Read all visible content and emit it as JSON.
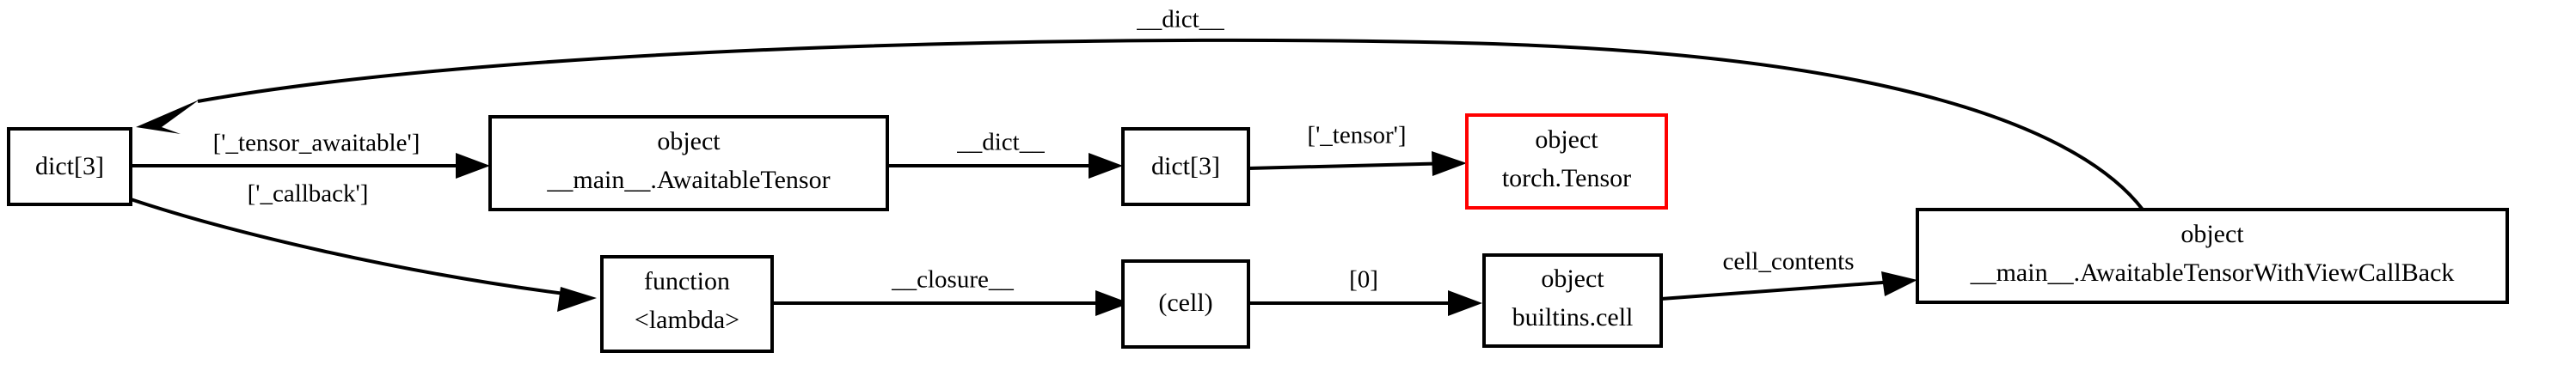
{
  "graph": {
    "type": "object-reference-graph",
    "background_color": "#ffffff",
    "default_node_color": "#000000",
    "highlight_node_color": "#ff0000",
    "nodes": [
      {
        "id": "n0",
        "line1": "dict[3]",
        "line2": "",
        "highlighted": false
      },
      {
        "id": "n1",
        "line1": "object",
        "line2": "__main__.AwaitableTensor",
        "highlighted": false
      },
      {
        "id": "n2",
        "line1": "dict[3]",
        "line2": "",
        "highlighted": false
      },
      {
        "id": "n3",
        "line1": "object",
        "line2": "torch.Tensor",
        "highlighted": true
      },
      {
        "id": "n4",
        "line1": "function",
        "line2": "<lambda>",
        "highlighted": false
      },
      {
        "id": "n5",
        "line1": "(cell)",
        "line2": "",
        "highlighted": false
      },
      {
        "id": "n6",
        "line1": "object",
        "line2": "builtins.cell",
        "highlighted": false
      },
      {
        "id": "n7",
        "line1": "object",
        "line2": "__main__.AwaitableTensorWithViewCallBack",
        "highlighted": false
      }
    ],
    "edges": [
      {
        "id": "e0",
        "from": "n7",
        "to": "n0",
        "label": "__dict__"
      },
      {
        "id": "e1",
        "from": "n0",
        "to": "n1",
        "label": "['_tensor_awaitable']"
      },
      {
        "id": "e2",
        "from": "n0",
        "to": "n4",
        "label": "['_callback']"
      },
      {
        "id": "e3",
        "from": "n1",
        "to": "n2",
        "label": "__dict__"
      },
      {
        "id": "e4",
        "from": "n2",
        "to": "n3",
        "label": "['_tensor']"
      },
      {
        "id": "e5",
        "from": "n4",
        "to": "n5",
        "label": "__closure__"
      },
      {
        "id": "e6",
        "from": "n5",
        "to": "n6",
        "label": "[0]"
      },
      {
        "id": "e7",
        "from": "n6",
        "to": "n7",
        "label": "cell_contents"
      }
    ]
  }
}
